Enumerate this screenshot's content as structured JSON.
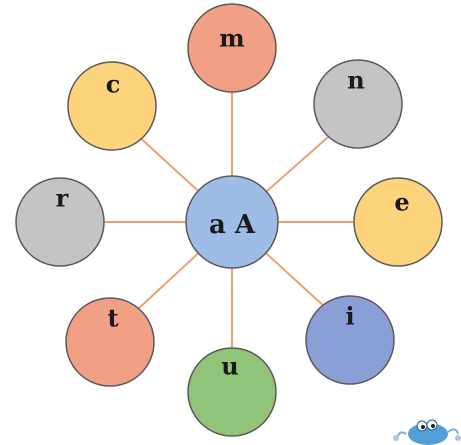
{
  "center": {
    "label": "a A",
    "color": "#9dbde6"
  },
  "nodes": [
    {
      "id": "m",
      "label": "m",
      "color": "#f2a085"
    },
    {
      "id": "n",
      "label": "n",
      "color": "#c4c4c4"
    },
    {
      "id": "e",
      "label": "e",
      "color": "#fdd47c"
    },
    {
      "id": "i",
      "label": "i",
      "color": "#8a9fd6"
    },
    {
      "id": "u",
      "label": "u",
      "color": "#8fc47a"
    },
    {
      "id": "t",
      "label": "t",
      "color": "#f2a085"
    },
    {
      "id": "r",
      "label": "r",
      "color": "#c4c4c4"
    },
    {
      "id": "c",
      "label": "c",
      "color": "#fdd47c"
    }
  ],
  "connector_color": "#f0a070",
  "mascot": {
    "icon": "blue-mascot-icon",
    "color": "#4a9ad8"
  }
}
